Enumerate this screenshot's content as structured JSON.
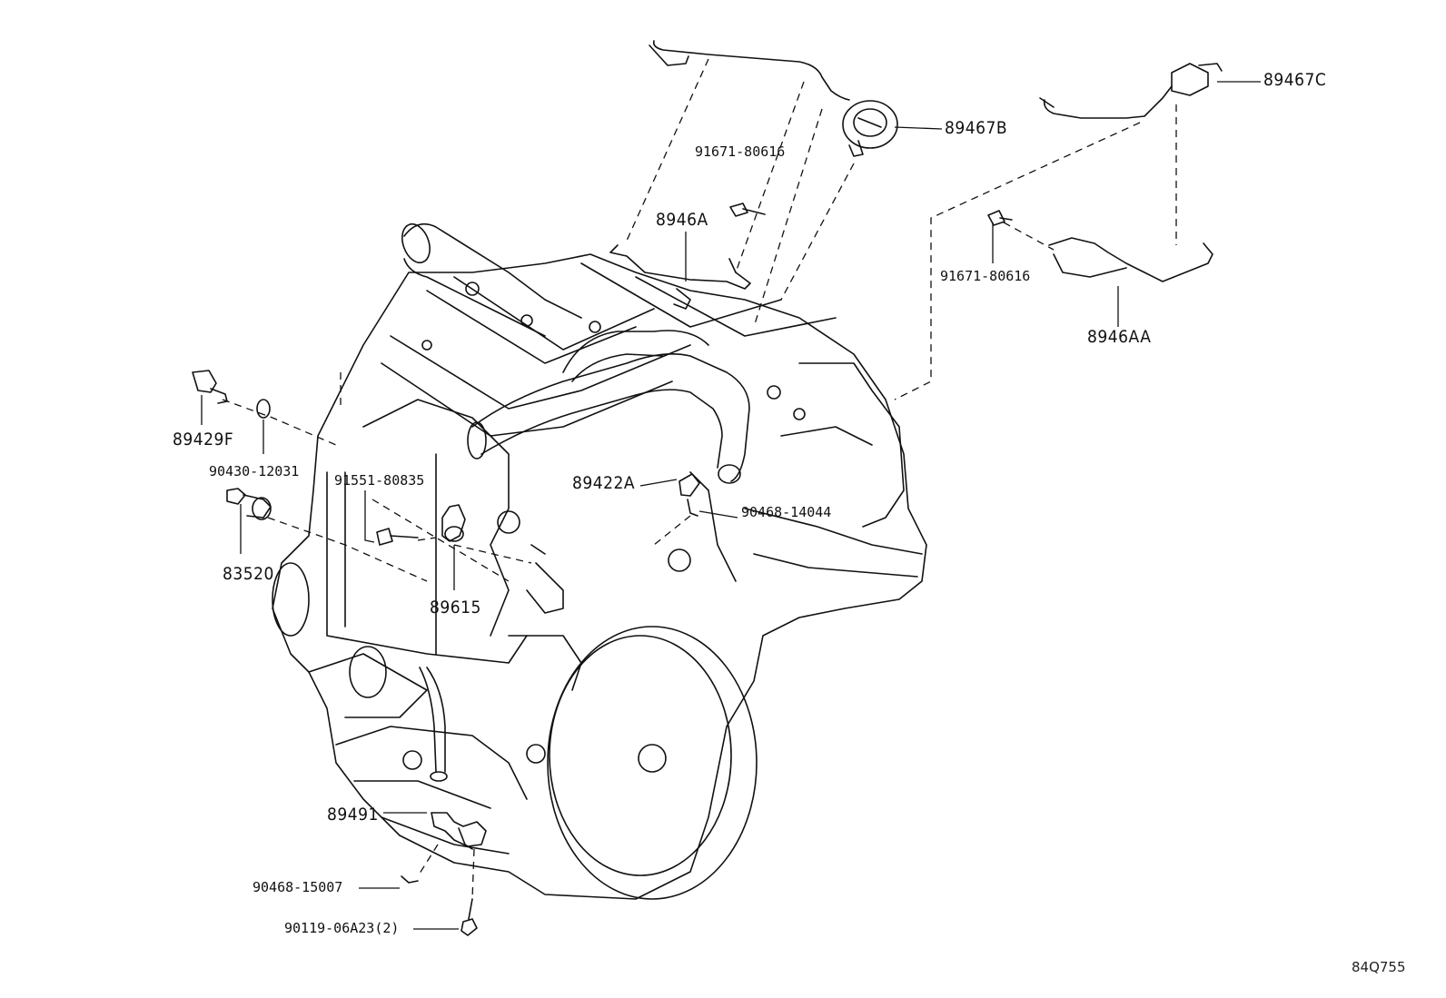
{
  "diagram": {
    "code": "84Q755",
    "parts": [
      {
        "id": "p1",
        "number": "89467C"
      },
      {
        "id": "p2",
        "number": "89467B"
      },
      {
        "id": "p3",
        "number": "91671-80616"
      },
      {
        "id": "p4",
        "number": "8946A"
      },
      {
        "id": "p5",
        "number": "91671-80616"
      },
      {
        "id": "p6",
        "number": "8946AA"
      },
      {
        "id": "p7",
        "number": "89429F"
      },
      {
        "id": "p8",
        "number": "90430-12031"
      },
      {
        "id": "p9",
        "number": "91551-80835"
      },
      {
        "id": "p10",
        "number": "89422A"
      },
      {
        "id": "p11",
        "number": "90468-14044"
      },
      {
        "id": "p12",
        "number": "83520"
      },
      {
        "id": "p13",
        "number": "89615"
      },
      {
        "id": "p14",
        "number": "89491"
      },
      {
        "id": "p15",
        "number": "90468-15007"
      },
      {
        "id": "p16",
        "number": "90119-06A23(2)"
      }
    ]
  }
}
